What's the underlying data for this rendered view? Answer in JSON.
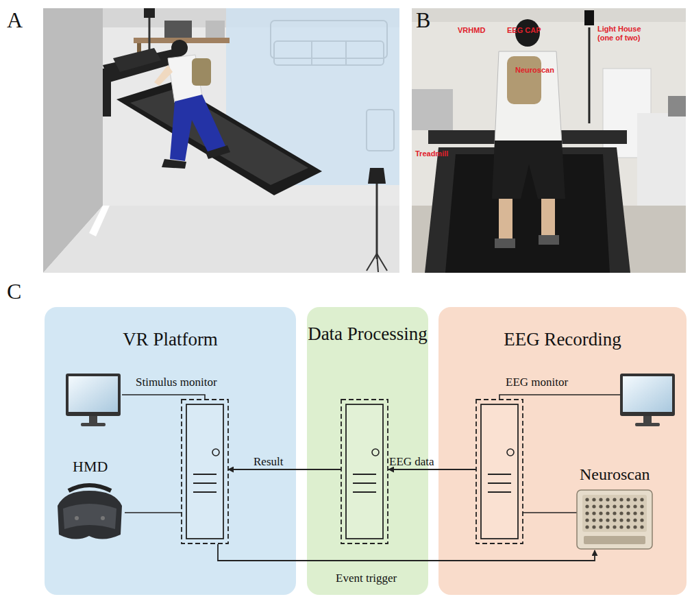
{
  "diagram": {
    "nodes": [
      {
        "text": [
          "VR Platform"
        ]
      },
      {
        "text": [
          "Data Processing"
        ]
      },
      {
        "text": [
          "EEG Recording"
        ]
      }
    ],
    "edges": [
      {
        "from": 1,
        "to": 0,
        "label": "Result",
        "arrow": "to"
      },
      {
        "from": 2,
        "to": 1,
        "label": "EEG data",
        "arrow": "to"
      },
      {
        "from": 0,
        "to": 2,
        "label": "Event trigger",
        "arrow": "to"
      }
    ],
    "labels": [
      "A",
      "B",
      "C",
      "VRHMD",
      "EEG CAP",
      "Light House (one of two)",
      "Neuroscan",
      "Treadmill",
      "Stimulus monitor",
      "HMD",
      "EEG monitor",
      "Neuroscan"
    ]
  }
}
